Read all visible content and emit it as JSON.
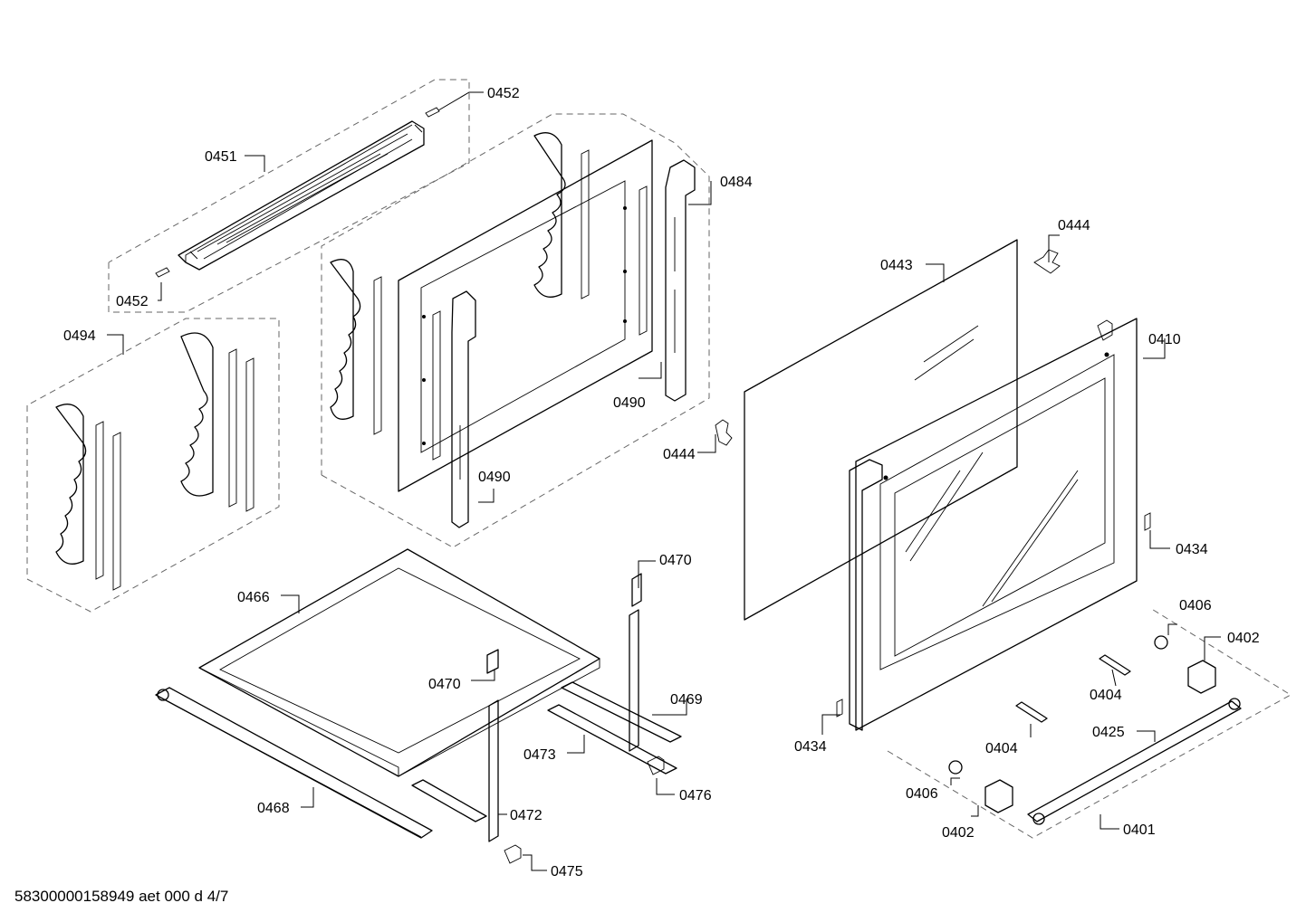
{
  "footer": "58300000158949 aet 000 d 4/7",
  "labels": {
    "p0452a": "0452",
    "p0451": "0451",
    "p0452b": "0452",
    "p0484": "0484",
    "p0494": "0494",
    "p0490a": "0490",
    "p0490b": "0490",
    "p0444a": "0444",
    "p0444b": "0444",
    "p0443": "0443",
    "p0410": "0410",
    "p0434a": "0434",
    "p0434b": "0434",
    "p0470a": "0470",
    "p0470b": "0470",
    "p0466": "0466",
    "p0469": "0469",
    "p0473": "0473",
    "p0476": "0476",
    "p0468": "0468",
    "p0472": "0472",
    "p0475": "0475",
    "p0406a": "0406",
    "p0406b": "0406",
    "p0402a": "0402",
    "p0402b": "0402",
    "p0404a": "0404",
    "p0404b": "0404",
    "p0425": "0425",
    "p0401": "0401"
  }
}
